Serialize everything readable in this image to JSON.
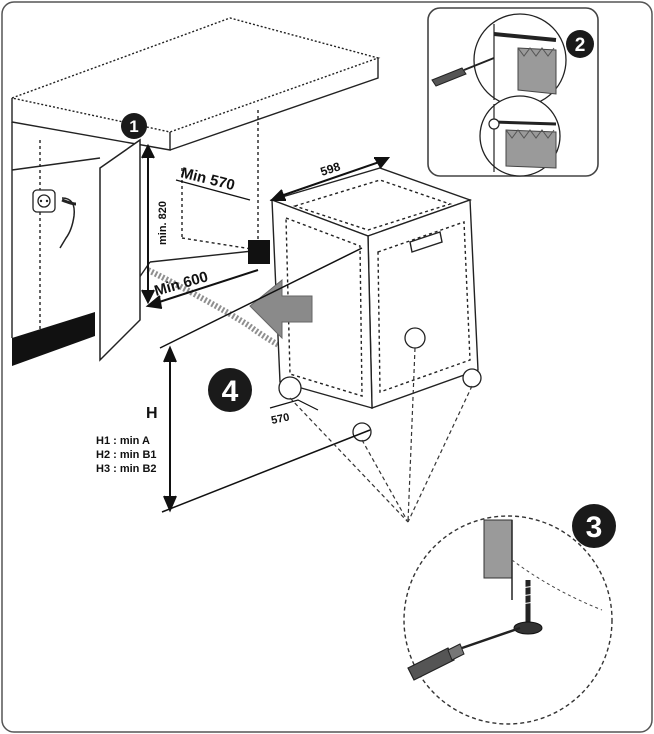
{
  "callouts": {
    "step1": "1",
    "step2": "2",
    "step3": "3",
    "step4": "4"
  },
  "dimensions": {
    "width_598": "598",
    "min_570": "Min 570",
    "min_820": "min. 820",
    "min_600": "Min 600",
    "depth_570": "570",
    "height_H": "H"
  },
  "height_notes": {
    "h1": "H1 : min A",
    "h2": "H2 : min B1",
    "h3": "H3 : min B2"
  },
  "colors": {
    "line": "#222222",
    "callout_fill": "#1a1a1a",
    "arrow_fill": "#8a8a8a",
    "panel_grey": "#9a9a9a"
  },
  "icons": [
    "screwdriver-icon",
    "power-socket-icon",
    "push-arrow-icon"
  ]
}
